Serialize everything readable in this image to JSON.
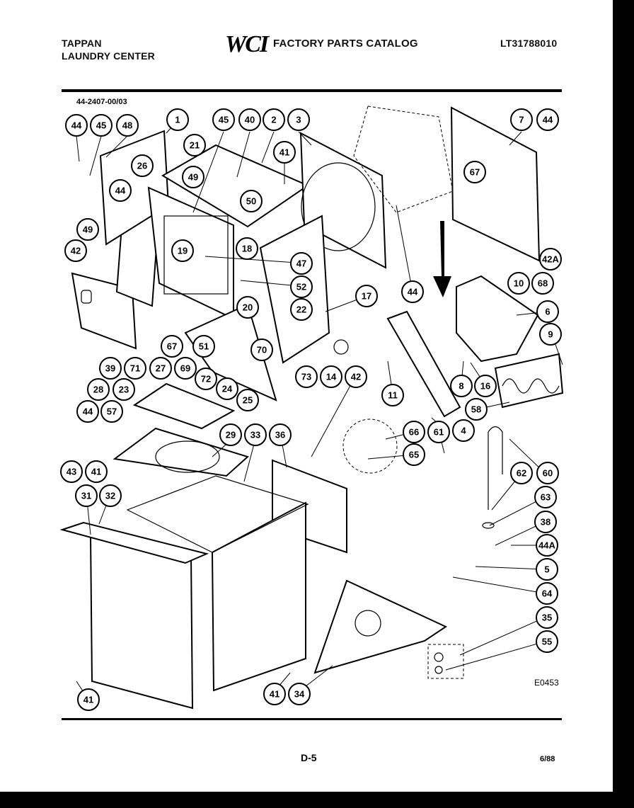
{
  "header": {
    "brand_line1": "TAPPAN",
    "brand_line2": "LAUNDRY CENTER",
    "logo": "WCI",
    "catalog_title": "FACTORY PARTS CATALOG",
    "model_number": "LT31788010"
  },
  "diagram_number": "44-2407-00/03",
  "figure_code": "E0453",
  "footer": {
    "page": "D-5",
    "date": "6/88"
  },
  "callouts": [
    "44",
    "45",
    "48",
    "1",
    "45",
    "40",
    "2",
    "3",
    "7",
    "44",
    "21",
    "26",
    "41",
    "49",
    "50",
    "67",
    "44",
    "49",
    "19",
    "18",
    "42",
    "47",
    "52",
    "42A",
    "10",
    "68",
    "44",
    "6",
    "20",
    "22",
    "17",
    "9",
    "67",
    "51",
    "70",
    "73",
    "14",
    "42",
    "8",
    "16",
    "39",
    "71",
    "27",
    "69",
    "72",
    "24",
    "25",
    "11",
    "58",
    "28",
    "23",
    "44",
    "57",
    "4",
    "29",
    "33",
    "36",
    "66",
    "61",
    "65",
    "43",
    "41",
    "62",
    "60",
    "31",
    "32",
    "63",
    "38",
    "44A",
    "5",
    "64",
    "35",
    "55",
    "41",
    "34",
    "41"
  ]
}
